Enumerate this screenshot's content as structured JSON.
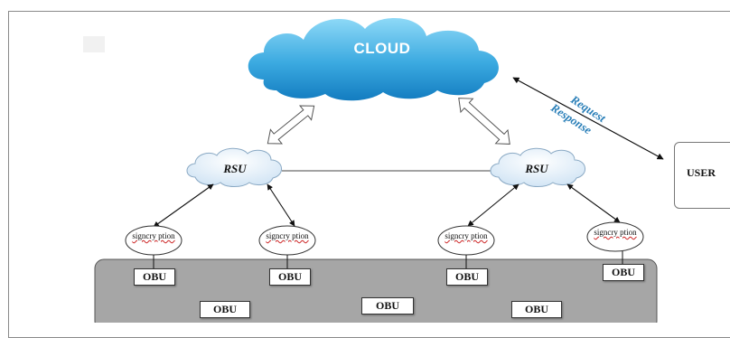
{
  "cloud": {
    "label": "CLOUD"
  },
  "rsu": {
    "left_label": "RSU",
    "right_label": "RSU"
  },
  "signcryption": [
    "signcry ption",
    "signcry ption",
    "signcry ption",
    "signcry ption"
  ],
  "obu": {
    "top_row": [
      "OBU",
      "OBU",
      "OBU",
      "OBU"
    ],
    "bottom_row": [
      "OBU",
      "OBU",
      "OBU"
    ]
  },
  "user": {
    "label": "USER"
  },
  "link": {
    "request": "Request",
    "response": "Response"
  },
  "colors": {
    "cloud_light": "#7fd3f5",
    "cloud_dark": "#1a86c6",
    "rsu_cloud": "#e6f1fb",
    "vehicle_zone": "#a6a6a6",
    "link_text": "#2a7fb8"
  }
}
